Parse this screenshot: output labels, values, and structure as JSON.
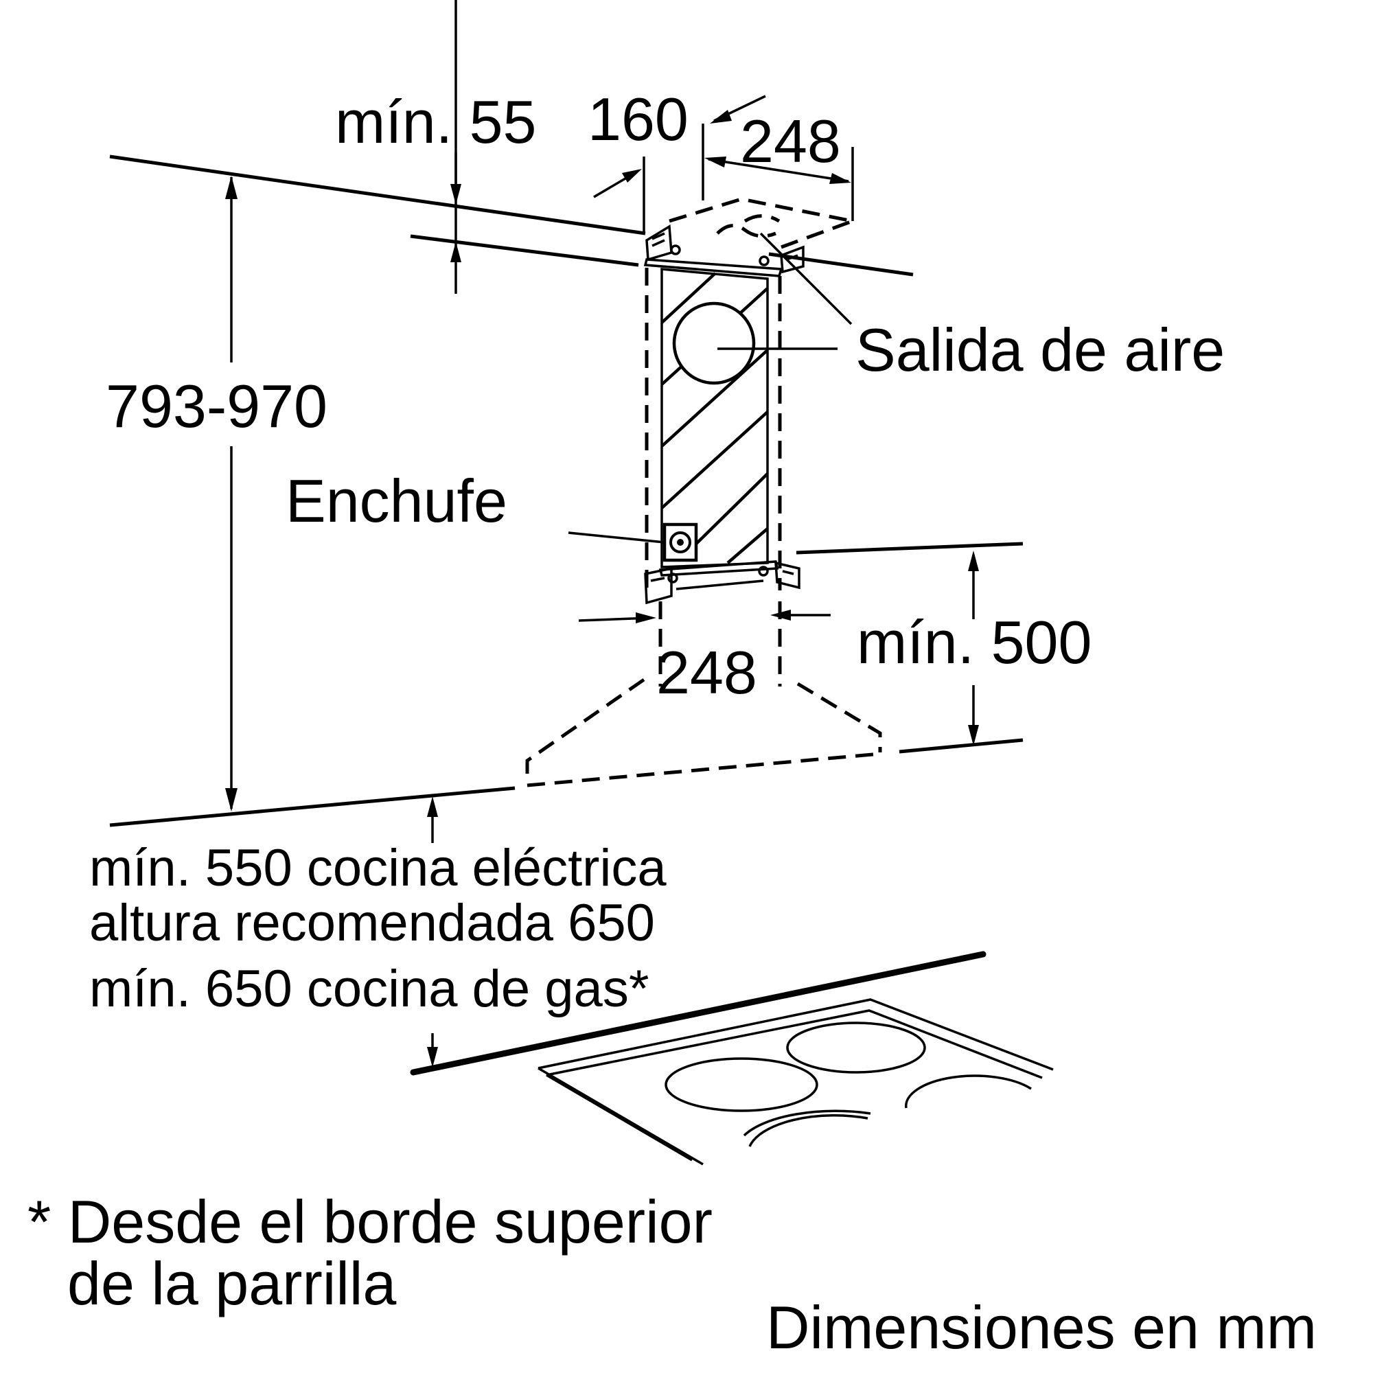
{
  "labels": {
    "min55": "mín. 55",
    "d160": "160",
    "d248_top": "248",
    "salida": "Salida de aire",
    "height_range": "793-970",
    "enchufe": "Enchufe",
    "d248_bottom": "248",
    "min500": "mín. 500",
    "line_electric": "mín. 550 cocina eléctrica",
    "line_recommended": "altura recomendada 650",
    "line_gas": "mín. 650 cocina de gas*",
    "footnote_1": "* Desde el borde superior",
    "footnote_2": "de la parrilla",
    "units": "Dimensiones en mm"
  },
  "colors": {
    "ink": "#000000",
    "background": "#ffffff"
  }
}
